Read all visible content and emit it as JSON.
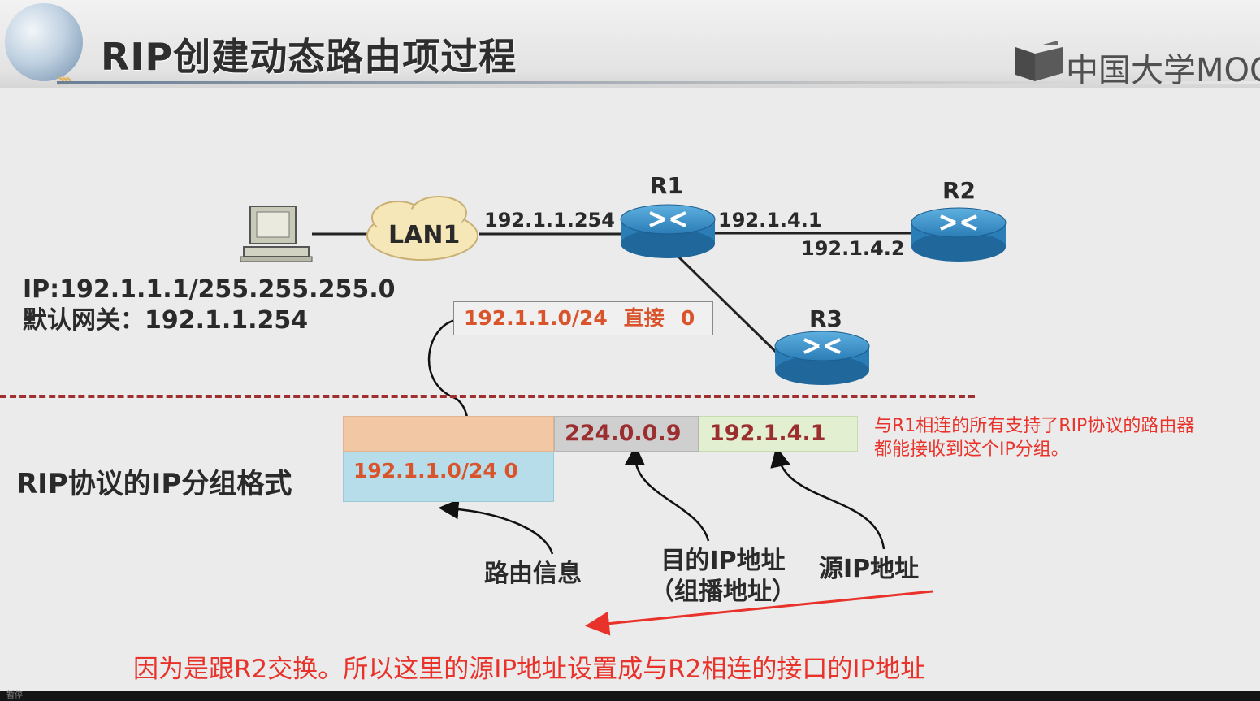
{
  "header": {
    "title": "RIP创建动态路由项过程",
    "brand": "中国大学MOOC"
  },
  "topology": {
    "lan_label": "LAN1",
    "routers": {
      "r1": "R1",
      "r2": "R2",
      "r3": "R3"
    },
    "interfaces": {
      "r1_lan": "192.1.1.254",
      "r1_to_r2": "192.1.4.1",
      "r2_to_r1": "192.1.4.2"
    },
    "host": {
      "ip": "IP:192.1.1.1/255.255.255.0",
      "gateway": "默认网关：192.1.1.254"
    },
    "route_entry": {
      "network": "192.1.1.0/24",
      "type": "直接",
      "metric": "0"
    }
  },
  "packet": {
    "label": "RIP协议的IP分组格式",
    "routing_info": "192.1.1.0/24  0",
    "dest_ip": "224.0.0.9",
    "src_ip": "192.1.4.1"
  },
  "captions": {
    "routing_info": "路由信息",
    "dest_line1": "目的IP地址",
    "dest_line2": "（组播地址）",
    "src": "源IP地址"
  },
  "notes": {
    "right_line1": "与R1相连的所有支持了RIP协议的路由器",
    "right_line2": "都能接收到这个IP分组。",
    "bottom": "因为是跟R2交换。所以这里的源IP地址设置成与R2相连的接口的IP地址"
  },
  "footer_text": "暂停",
  "colors": {
    "annotation_red": "#e8322a",
    "route_text": "#d9532b",
    "dashed_line": "#a03030",
    "router_blue": "#2f7fb8"
  }
}
